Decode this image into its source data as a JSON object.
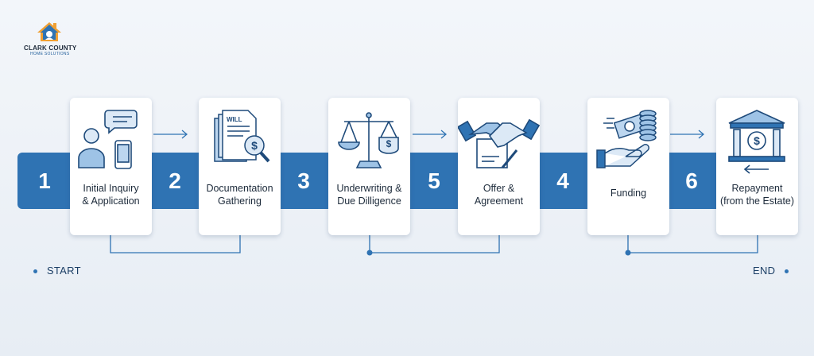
{
  "brand": {
    "line1": "CLARK COUNTY",
    "line2": "HOME SOLUTIONS",
    "icon": "house-logo-icon"
  },
  "steps": [
    {
      "number": "1",
      "label": "Initial Inquiry\n& Application",
      "icon": "person-phone-chat-icon"
    },
    {
      "number": "2",
      "label": "Documentation\nGathering",
      "icon": "will-document-magnifier-icon",
      "doc_text": "WILL"
    },
    {
      "number": "3",
      "label": "Underwriting &\nDue Dilligence",
      "icon": "balance-scale-icon"
    },
    {
      "number": "5",
      "label": "Offer &\nAgreement",
      "icon": "handshake-contract-icon"
    },
    {
      "number": "4",
      "label": "Funding",
      "icon": "hand-money-coins-icon"
    },
    {
      "number": "6",
      "label": "Repayment\n(from the Estate)",
      "icon": "bank-dollar-icon"
    }
  ],
  "markers": {
    "start": "START",
    "end": "END"
  },
  "colors": {
    "primary": "#2f73b3",
    "card": "#ffffff",
    "background": "#eef2f7",
    "text": "#1c2a3a"
  }
}
